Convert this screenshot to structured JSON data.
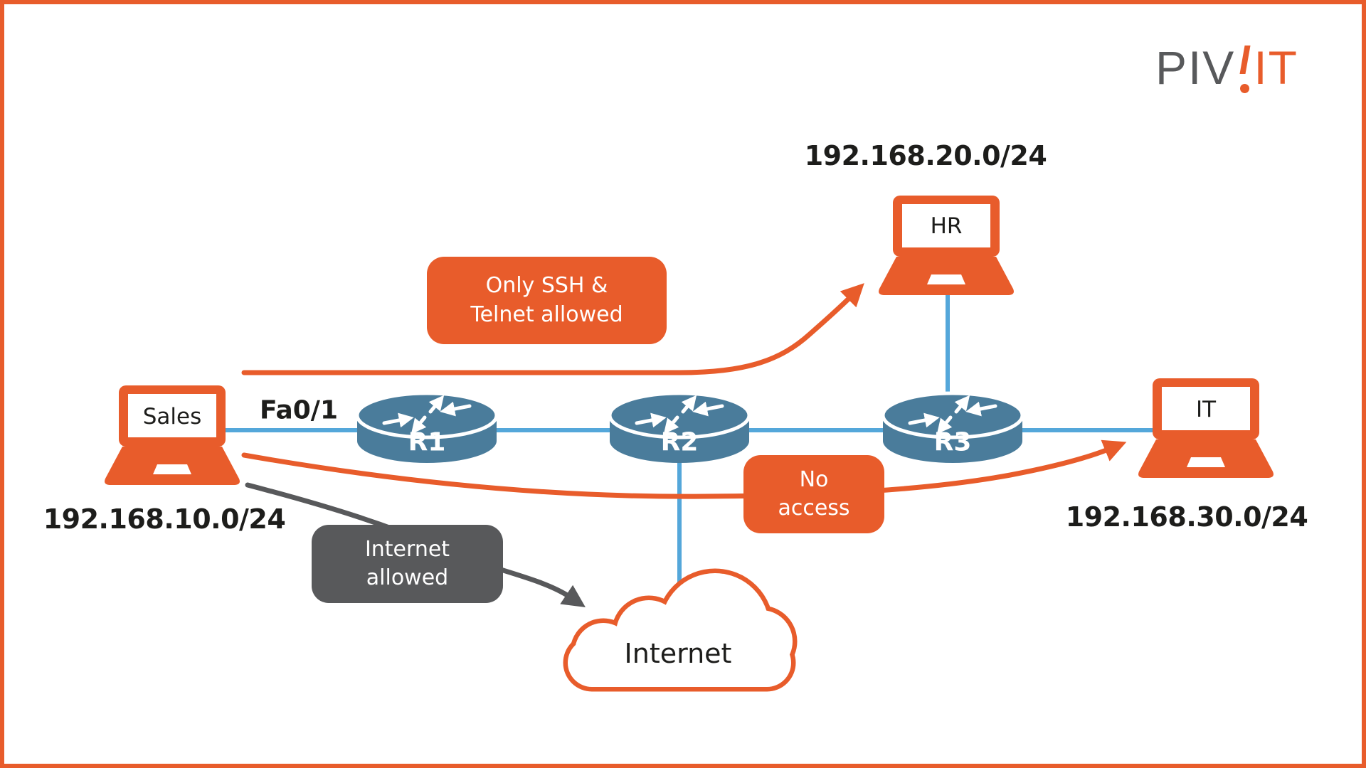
{
  "logo": {
    "prefix": "PIV",
    "suffix": "IT"
  },
  "subnets": {
    "sales": "192.168.10.0/24",
    "hr": "192.168.20.0/24",
    "it": "192.168.30.0/24"
  },
  "devices": {
    "sales": "Sales",
    "hr": "HR",
    "it": "IT"
  },
  "routers": [
    {
      "label": "R1"
    },
    {
      "label": "R2"
    },
    {
      "label": "R3"
    }
  ],
  "labels": {
    "interface": "Fa0/1",
    "cloud": "Internet"
  },
  "callouts": {
    "ssh_telnet": "Only SSH &\nTelnet allowed",
    "no_access": "No\naccess",
    "internet_allowed": "Internet\nallowed"
  },
  "colors": {
    "orange": "#E85C2B",
    "router_blue": "#4A7C9B",
    "link_blue": "#54A7DA",
    "gray": "#58595B",
    "ink": "#1D1D1B"
  }
}
